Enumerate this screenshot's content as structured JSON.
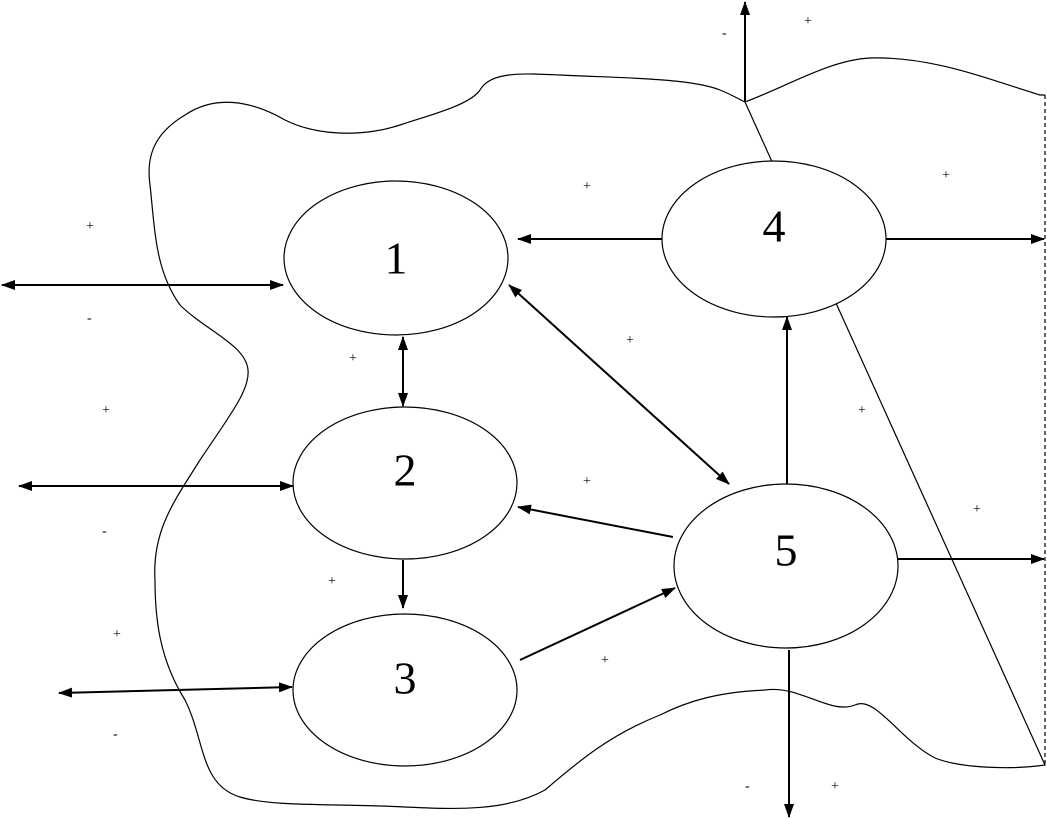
{
  "nodes": [
    {
      "id": "1",
      "label": "1"
    },
    {
      "id": "2",
      "label": "2"
    },
    {
      "id": "3",
      "label": "3"
    },
    {
      "id": "4",
      "label": "4"
    },
    {
      "id": "5",
      "label": "5"
    }
  ],
  "edges": [
    {
      "from": "1",
      "to": "2",
      "direction": "both"
    },
    {
      "from": "2",
      "to": "3",
      "direction": "forward"
    },
    {
      "from": "3",
      "to": "5",
      "direction": "forward"
    },
    {
      "from": "5",
      "to": "2",
      "direction": "forward"
    },
    {
      "from": "5",
      "to": "4",
      "direction": "forward"
    },
    {
      "from": "4",
      "to": "1",
      "direction": "forward"
    },
    {
      "from": "1",
      "to": "5",
      "direction": "both"
    },
    {
      "from": "outside-left",
      "to": "1",
      "direction": "both"
    },
    {
      "from": "outside-left",
      "to": "2",
      "direction": "both"
    },
    {
      "from": "outside-left",
      "to": "3",
      "direction": "both"
    },
    {
      "from": "4",
      "to": "outside-right",
      "direction": "forward"
    },
    {
      "from": "5",
      "to": "outside-right",
      "direction": "forward"
    },
    {
      "from": "5",
      "to": "outside-bottom",
      "direction": "forward"
    },
    {
      "from": "boundary-top",
      "to": "outside-top",
      "direction": "forward"
    }
  ],
  "signs": {
    "plus": "+",
    "minus": "-"
  }
}
